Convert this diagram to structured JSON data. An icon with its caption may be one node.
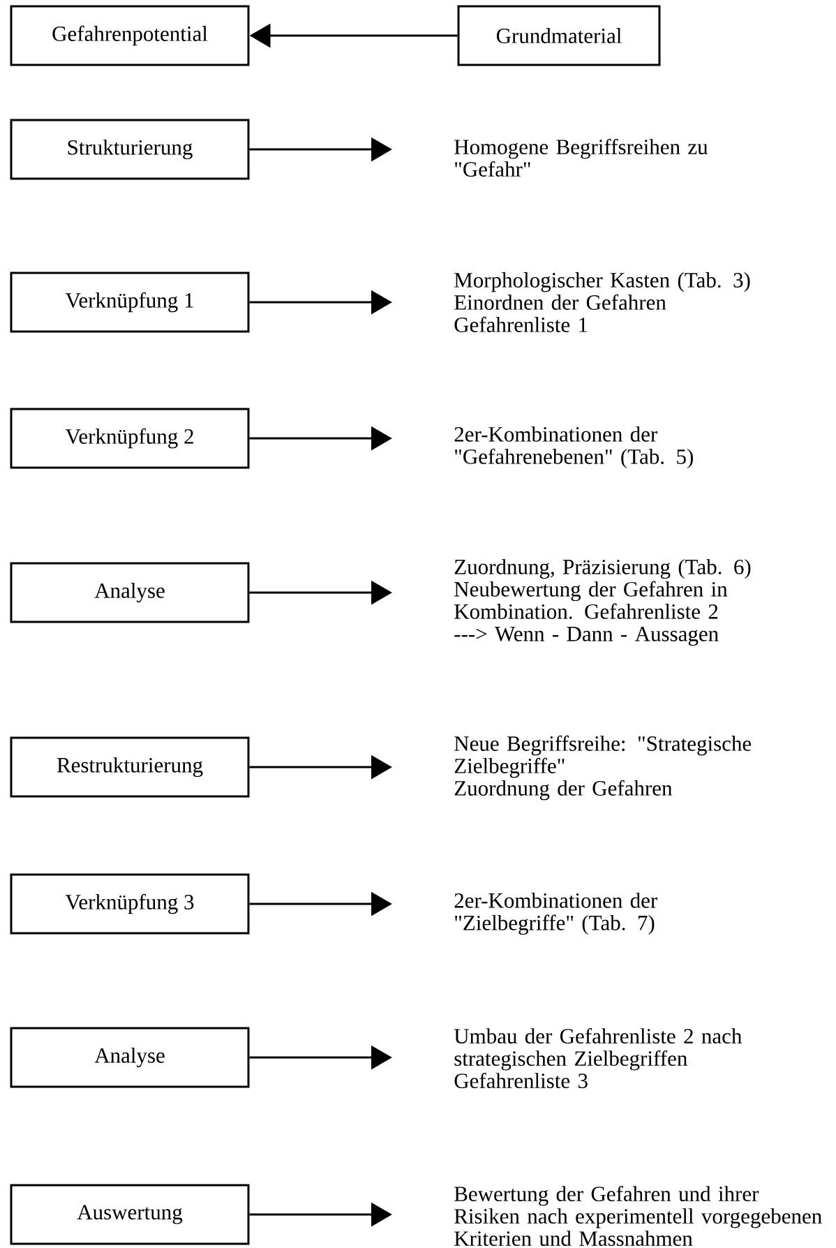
{
  "diagram": {
    "nodes": [
      {
        "text": [
          "Gefahrenpotential"
        ]
      },
      {
        "text": [
          "Grundmaterial"
        ]
      },
      {
        "text": [
          "Strukturierung"
        ]
      },
      {
        "text": [
          "Homogene Begriffsreihen zu \"Gefahr\""
        ]
      },
      {
        "text": [
          "Verknüpfung 1"
        ]
      },
      {
        "text": [
          "Morphologischer Kasten (Tab. 3)",
          "Einordnen der Gefahren",
          "Gefahrenliste 1"
        ]
      },
      {
        "text": [
          "Verknüpfung 2"
        ]
      },
      {
        "text": [
          "2er-Kombinationen der \"Gefahrenebenen\" (Tab. 5)"
        ]
      },
      {
        "text": [
          "Analyse"
        ]
      },
      {
        "text": [
          "Zuordnung, Präzisierung (Tab. 6)",
          "Neubewertung der Gefahren in Kombination. Gefahrenliste 2",
          "---> Wenn - Dann - Aussagen"
        ]
      },
      {
        "text": [
          "Restrukturierung"
        ]
      },
      {
        "text": [
          "Neue Begriffsreihe: \"Strategische Zielbegriffe\"",
          "Zuordnung der Gefahren"
        ]
      },
      {
        "text": [
          "Verknüpfung 3"
        ]
      },
      {
        "text": [
          "2er-Kombinationen der \"Zielbegriffe\" (Tab. 7)"
        ]
      },
      {
        "text": [
          "Analyse"
        ]
      },
      {
        "text": [
          "Umbau der Gefahrenliste 2 nach strategischen Zielbegriffen",
          "Gefahrenliste 3"
        ]
      },
      {
        "text": [
          "Auswertung"
        ]
      },
      {
        "text": [
          "Bewertung der Gefahren und ihrer Risiken nach experimentell vorgegebenen Kriterien und Massnahmen"
        ]
      }
    ],
    "edges": [
      {
        "from": 1,
        "to": 0,
        "arrow": "to"
      },
      {
        "from": 2,
        "to": 3,
        "arrow": "to"
      },
      {
        "from": 4,
        "to": 5,
        "arrow": "to"
      },
      {
        "from": 6,
        "to": 7,
        "arrow": "to"
      },
      {
        "from": 8,
        "to": 9,
        "arrow": "to"
      },
      {
        "from": 10,
        "to": 11,
        "arrow": "to"
      },
      {
        "from": 12,
        "to": 13,
        "arrow": "to"
      },
      {
        "from": 14,
        "to": 15,
        "arrow": "to"
      },
      {
        "from": 16,
        "to": 17,
        "arrow": "to"
      }
    ]
  }
}
